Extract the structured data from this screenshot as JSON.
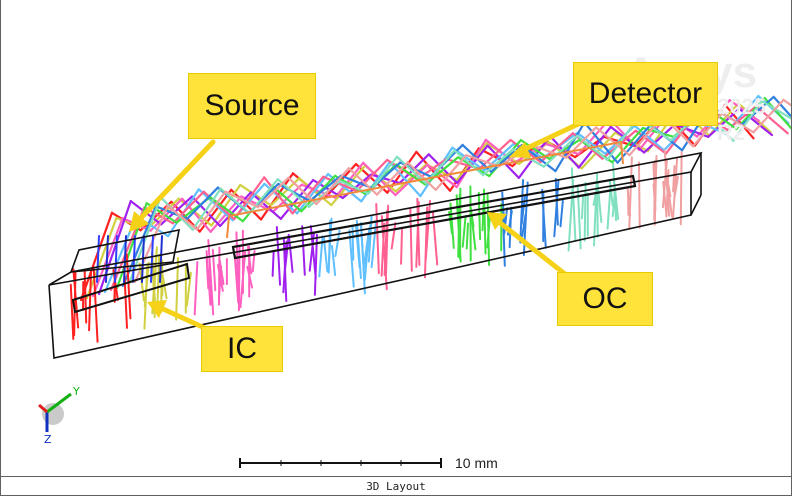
{
  "viewport": {
    "callouts": {
      "source": "Source",
      "detector": "Detector",
      "oc": "OC",
      "ic": "IC"
    },
    "watermark": {
      "brand": "Ansys",
      "release": "2025 R2"
    },
    "axis_triad": {
      "y_label": "Y",
      "z_label": "Z"
    },
    "scale_bar": {
      "label": "10 mm"
    },
    "colors": {
      "callout_fill": "#ffe23a",
      "arrow": "#f5d218",
      "detector_outline": "#f08a3a",
      "waveguide_outline": "#111111",
      "ray_colors": [
        "#ff2020",
        "#d0d040",
        "#ff60c0",
        "#a020f0",
        "#60c0ff",
        "#ff6090",
        "#40e040",
        "#3080e0",
        "#80e0c0",
        "#f0a0a0"
      ]
    }
  },
  "status_bar": {
    "title": "3D Layout"
  }
}
